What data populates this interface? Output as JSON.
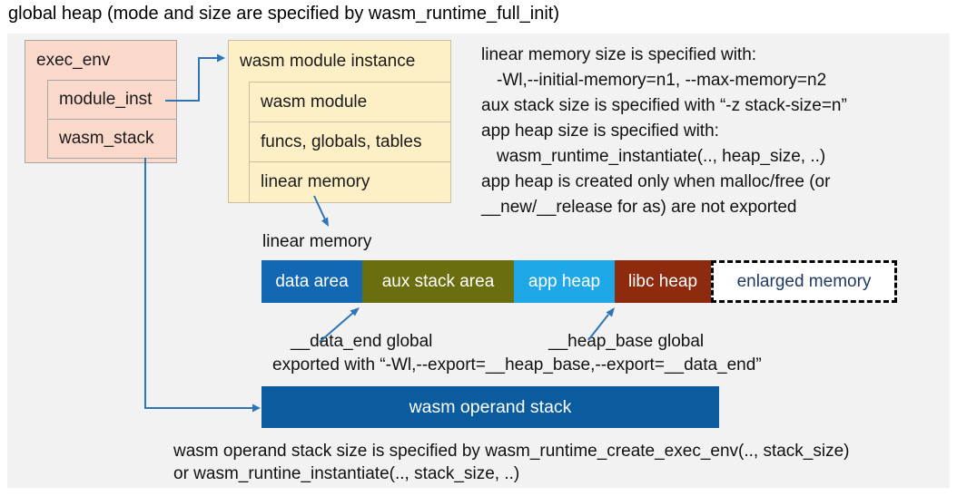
{
  "title": "global heap (mode and size are specified by wasm_runtime_full_init)",
  "colors": {
    "panel_bg": "#f2f2f2",
    "exec_box_bg": "#fad9cb",
    "instance_box_bg": "#fdefc6",
    "operand_bar_bg": "#0b5c9e",
    "arrow": "#2e75b6"
  },
  "exec_env": {
    "header": "exec_env",
    "rows": [
      "module_inst",
      "wasm_stack"
    ]
  },
  "module_instance": {
    "header": "wasm module instance",
    "rows": [
      "wasm module",
      "funcs, globals, tables",
      "linear memory"
    ]
  },
  "notes_right": {
    "lines": [
      "linear memory size is specified with:",
      "-Wl,--initial-memory=n1, --max-memory=n2",
      "aux stack size is specified with “-z stack-size=n”",
      "app heap size is specified with:",
      "wasm_runtime_instantiate(.., heap_size, ..)",
      "app heap is created only when malloc/free (or",
      "__new/__release for as) are not exported"
    ]
  },
  "linear_memory": {
    "label": "linear memory",
    "segments": [
      {
        "label": "data area",
        "color": "#1268b3",
        "text_color": "#ffffff"
      },
      {
        "label": "aux stack area",
        "color": "#6a6e0e",
        "text_color": "#ffffff"
      },
      {
        "label": "app heap",
        "color": "#1fa8e8",
        "text_color": "#ffffff"
      },
      {
        "label": "libc heap",
        "color": "#8e2a0e",
        "text_color": "#ffffff"
      },
      {
        "label": "enlarged memory",
        "color": "#ffffff",
        "text_color": "#1f3a63",
        "dashed": true
      }
    ]
  },
  "annotations": {
    "data_end_label": "__data_end global",
    "heap_base_label": "__heap_base global",
    "export_line": "exported with “-Wl,--export=__heap_base,--export=__data_end”"
  },
  "operand_stack": {
    "label": "wasm operand stack"
  },
  "notes_bottom": {
    "lines": [
      "wasm operand stack size is specified by wasm_runtime_create_exec_env(.., stack_size)",
      "or wasm_runtine_instantiate(.., stack_size, ..)"
    ]
  }
}
